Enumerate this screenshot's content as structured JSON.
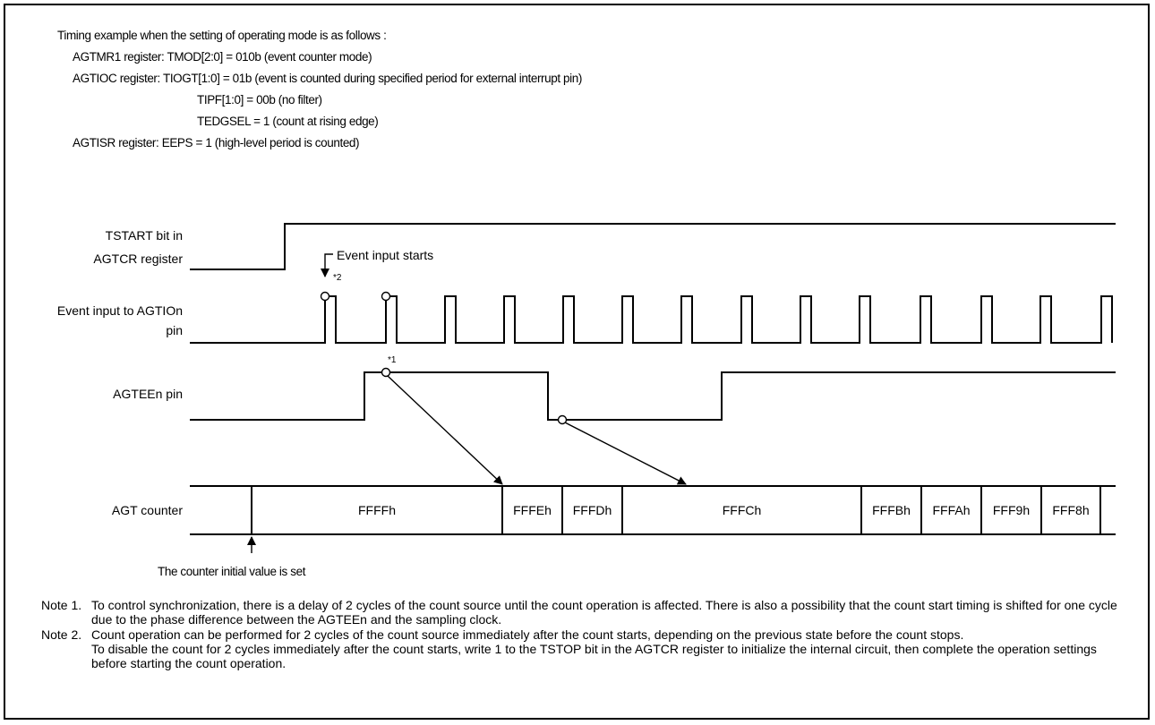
{
  "settings": {
    "heading": "Timing example when the setting of operating mode is as follows :",
    "line1": "AGTMR1 register: TMOD[2:0] = 010b (event counter mode)",
    "line2": "AGTIOC register: TIOGT[1:0] = 01b (event is counted during specified period for external interrupt pin)",
    "line3": "TIPF[1:0] = 00b (no filter)",
    "line4": "TEDGSEL = 1 (count at rising edge)",
    "line5": "AGTISR register: EEPS = 1 (high-level period is counted)"
  },
  "signals": {
    "tstart_line1": "TSTART bit in",
    "tstart_line2": "AGTCR register",
    "event_line1": "Event input to AGTIOn",
    "event_line2": "pin",
    "agteen": "AGTEEn pin",
    "counter": "AGT counter"
  },
  "annotations": {
    "event_input_starts": "Event input starts",
    "ref2": "*2",
    "ref1": "*1",
    "initial_value": "The counter initial value is set"
  },
  "counter_values": [
    "FFFFh",
    "FFFEh",
    "FFFDh",
    "FFFCh",
    "FFFBh",
    "FFFAh",
    "FFF9h",
    "FFF8h"
  ],
  "notes": {
    "note1_label": "Note 1.",
    "note1_text": "To control synchronization, there is a delay of 2 cycles of the count source until the count operation is affected. There is also a possibility that the count start timing is shifted for one cycle due to the phase difference between the AGTEEn and the sampling clock.",
    "note2_label": "Note 2.",
    "note2_text_a": "Count operation can be performed for 2 cycles of the count source immediately after the count starts, depending on the previous state before the count stops.",
    "note2_text_b": "To disable the count for 2 cycles immediately after the count starts, write 1 to the TSTOP bit in the AGTCR register to initialize the internal circuit, then complete the operation settings before starting the count operation."
  }
}
